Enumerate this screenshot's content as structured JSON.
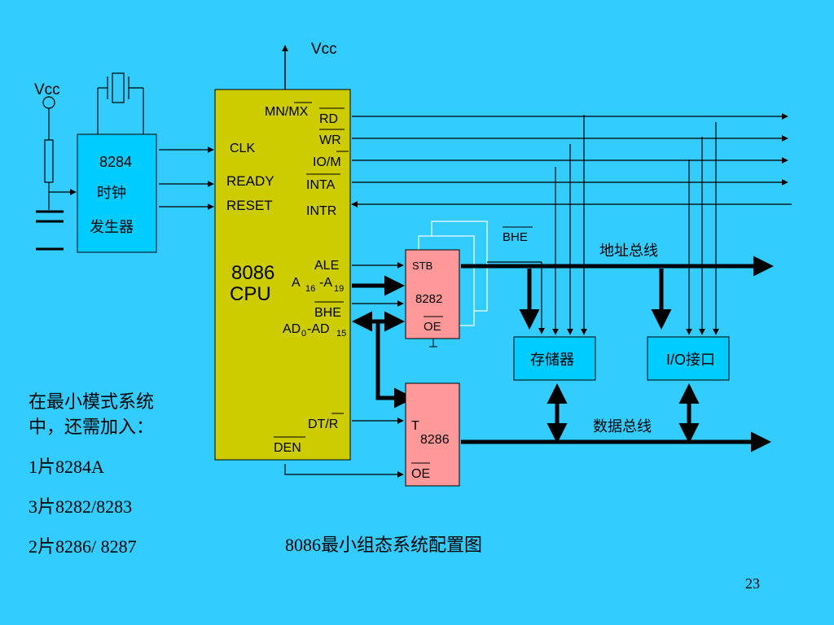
{
  "diagram": {
    "vcc_top": "Vcc",
    "vcc_left": "Vcc",
    "clock_chip": {
      "model": "8284",
      "line1": "时钟",
      "line2": "发生器"
    },
    "cpu": {
      "name1": "8086",
      "name2": "CPU",
      "pins": {
        "mnmx": "MN/MX",
        "clk": "CLK",
        "ready": "READY",
        "reset": "RESET",
        "rd": "RD",
        "wr": "WR",
        "iom": "IO/M",
        "inta": "INTA",
        "intr": "INTR",
        "ale": "ALE",
        "a_left": "A",
        "a_sub1": "16",
        "a_mid": "-A",
        "a_sub2": "19",
        "bhe": "BHE",
        "ad_a": "AD",
        "ad_sub1": "0",
        "ad_b": "-AD",
        "ad_sub2": "15",
        "dtr": "DT/R",
        "den": "DEN"
      }
    },
    "latch": {
      "stb": "STB",
      "model": "8282",
      "oe": "OE"
    },
    "transceiver": {
      "t": "T",
      "model": "8286",
      "oe": "OE"
    },
    "bhe_out": "BHE",
    "address_bus": "地址总线",
    "data_bus": "数据总线",
    "memory": "存储器",
    "io": "I/O接口"
  },
  "notes": {
    "line1": "在最小模式系统",
    "line2": "中，还需加入：",
    "item1": "1片8284A",
    "item2": "3片8282/8283",
    "item3": "2片8286/ 8287"
  },
  "caption": "8086最小组态系统配置图",
  "page_number": "23",
  "colors": {
    "background": "#33ccff",
    "cpu_fill": "#cccc00",
    "clock_fill": "#00ccff",
    "latch_fill": "#ff9999",
    "memory_fill": "#00ccff",
    "line": "#000000"
  }
}
